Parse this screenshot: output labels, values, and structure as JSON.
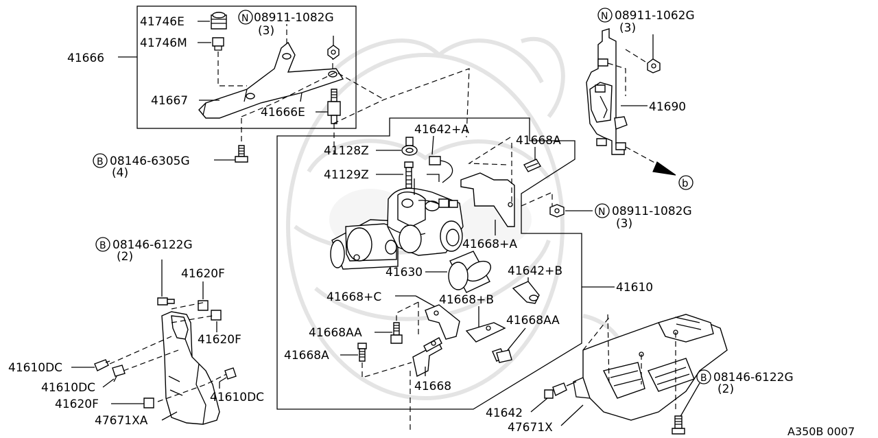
{
  "diagram_id": "A350B 0007",
  "labels": {
    "p41746E": "41746E",
    "p41746M": "41746M",
    "p41666": "41666",
    "p41667": "41667",
    "p41666E": "41666E",
    "n1_code": "08911-1082G",
    "n1_qty": "(3)",
    "b1_code": "08146-6305G",
    "b1_qty": "(4)",
    "n2_code": "08911-1062G",
    "n2_qty": "(3)",
    "p41690": "41690",
    "arrow_b": "b",
    "p41642A": "41642+A",
    "p41128Z": "41128Z",
    "p41129Z": "41129Z",
    "p41668A_top": "41668A",
    "n3_code": "08911-1082G",
    "n3_qty": "(3)",
    "p41668plusA": "41668+A",
    "p41630": "41630",
    "p41642B": "41642+B",
    "p41610": "41610",
    "p41668C": "41668+C",
    "p41668B": "41668+B",
    "p41668AA_left": "41668AA",
    "p41668AA_right": "41668AA",
    "p41668A_low": "41668A",
    "p41668": "41668",
    "b2_code": "08146-6122G",
    "b2_qty": "(2)",
    "p41620F_top": "41620F",
    "p41620F_mid": "41620F",
    "p41610DC_left": "41610DC",
    "p41610DC_mid": "41610DC",
    "p41610DC_right": "41610DC",
    "p41620F_low": "41620F",
    "p47671XA": "47671XA",
    "p41642": "41642",
    "p47671X": "47671X",
    "b3_code": "08146-6122G",
    "b3_qty": "(2)",
    "mark_N": "N",
    "mark_B": "B"
  }
}
